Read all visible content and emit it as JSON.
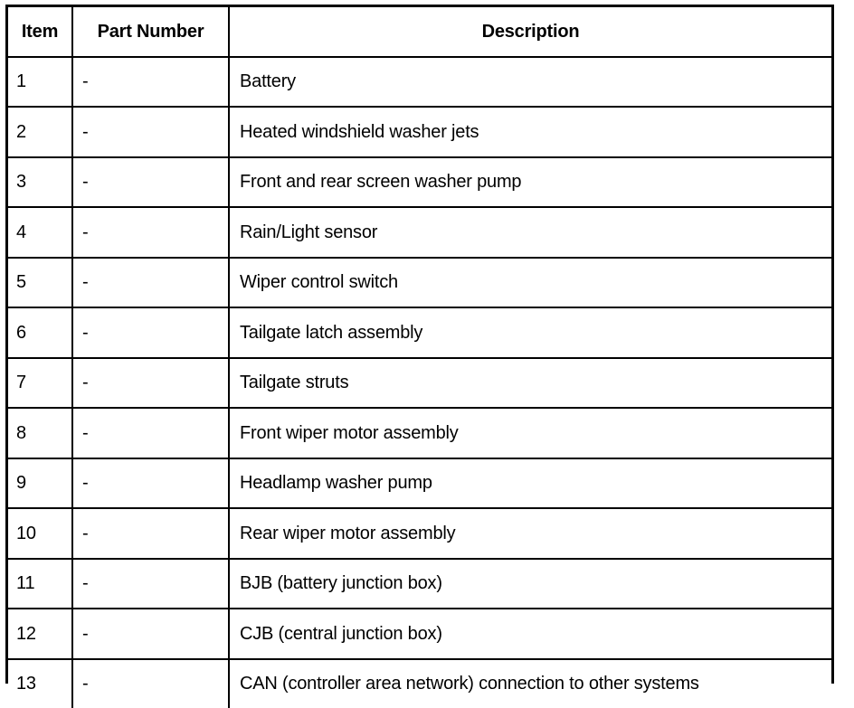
{
  "table": {
    "name": "parts-description-table",
    "columns": [
      {
        "key": "item",
        "label": "Item",
        "align": "center"
      },
      {
        "key": "part_number",
        "label": "Part Number",
        "align": "center"
      },
      {
        "key": "description",
        "label": "Description",
        "align": "center"
      }
    ],
    "rows": [
      {
        "item": "1",
        "part_number": "-",
        "description": "Battery"
      },
      {
        "item": "2",
        "part_number": "-",
        "description": "Heated windshield washer jets"
      },
      {
        "item": "3",
        "part_number": "-",
        "description": "Front and rear screen washer pump"
      },
      {
        "item": "4",
        "part_number": "-",
        "description": "Rain/Light sensor"
      },
      {
        "item": "5",
        "part_number": "-",
        "description": "Wiper control switch"
      },
      {
        "item": "6",
        "part_number": "-",
        "description": "Tailgate latch assembly"
      },
      {
        "item": "7",
        "part_number": "-",
        "description": "Tailgate struts"
      },
      {
        "item": "8",
        "part_number": "-",
        "description": "Front wiper motor assembly"
      },
      {
        "item": "9",
        "part_number": "-",
        "description": "Headlamp washer pump"
      },
      {
        "item": "10",
        "part_number": "-",
        "description": "Rear wiper motor assembly"
      },
      {
        "item": "11",
        "part_number": "-",
        "description": "BJB (battery junction box)"
      },
      {
        "item": "12",
        "part_number": "-",
        "description": "CJB (central junction box)"
      },
      {
        "item": "13",
        "part_number": "-",
        "description": "CAN (controller area network) connection to other systems"
      }
    ]
  },
  "style": {
    "border_color": "#000000",
    "text_color": "#000000",
    "background": "#ffffff"
  }
}
